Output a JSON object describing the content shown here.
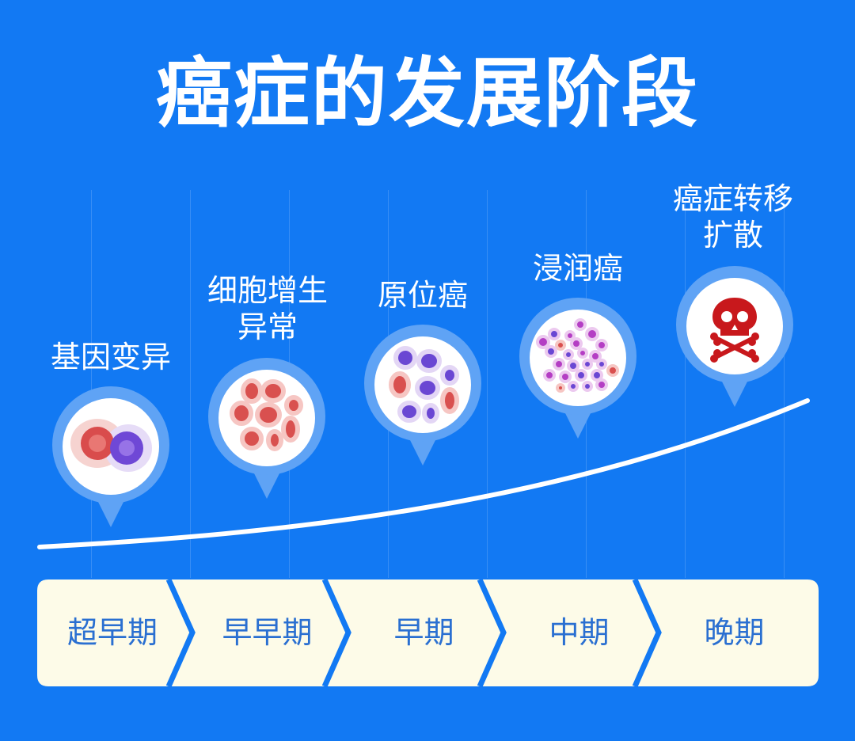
{
  "title": "癌症的发展阶段",
  "colors": {
    "background": "#1279f3",
    "bubble_ring": "#5fa3f5",
    "bubble_inner": "#ffffff",
    "stage_bar": "#fdfbe8",
    "stage_text": "#2a6fd1",
    "curve": "#ffffff",
    "skull": "#c8181c"
  },
  "milestones": [
    {
      "label": "基因变异",
      "icon": "dividing-cells-icon"
    },
    {
      "label": "细胞增生\n异常",
      "icon": "hyperplasia-cells-icon"
    },
    {
      "label": "原位癌",
      "icon": "carcinoma-in-situ-cells-icon"
    },
    {
      "label": "浸润癌",
      "icon": "invasive-cancer-cells-icon"
    },
    {
      "label": "癌症转移\n扩散",
      "icon": "skull-crossbones-icon"
    }
  ],
  "stages": [
    "超早期",
    "早早期",
    "早期",
    "中期",
    "晚期"
  ]
}
